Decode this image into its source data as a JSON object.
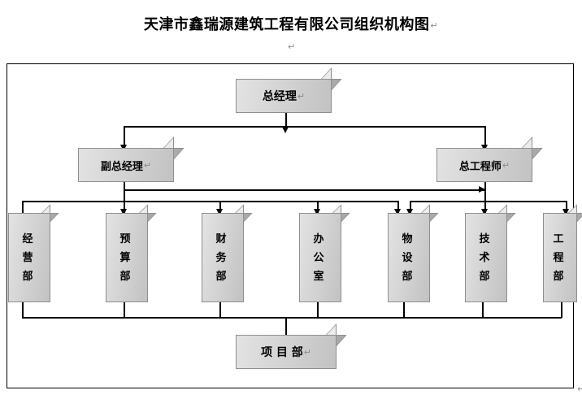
{
  "page": {
    "title": "天津市鑫瑞源建筑工程有限公司组织机构图",
    "pilcrow": "↵",
    "background_color": "#ffffff",
    "frame_border_color": "#000000"
  },
  "chart_meta": {
    "type": "org-chart",
    "box_fill_light": "#e3e3e3",
    "box_fill_dark": "#c2c2c2",
    "box_top_bevel": "#a9a9a9",
    "box_side": "#ececec",
    "box_border": "#8f8f8f",
    "connector_color": "#000000"
  },
  "nodes": {
    "level1": {
      "general_manager": {
        "label": "总经理",
        "pilcrow": "↵"
      }
    },
    "level2": {
      "deputy_general_manager": {
        "label": "副总经理",
        "pilcrow": "↵"
      },
      "chief_engineer": {
        "label": "总工程师",
        "pilcrow": "↵"
      }
    },
    "level3": [
      {
        "name": "operations-dept",
        "chars": [
          "经",
          "营",
          "部"
        ],
        "label": "经营部"
      },
      {
        "name": "budget-dept",
        "chars": [
          "预",
          "算",
          "部"
        ],
        "label": "预算部"
      },
      {
        "name": "finance-dept",
        "chars": [
          "财",
          "务",
          "部"
        ],
        "label": "财务部"
      },
      {
        "name": "office",
        "chars": [
          "办",
          "公",
          "室"
        ],
        "label": "办公室"
      },
      {
        "name": "materials-dept",
        "chars": [
          "物",
          "设",
          "部"
        ],
        "label": "物设部"
      },
      {
        "name": "technical-dept",
        "chars": [
          "技",
          "术",
          "部"
        ],
        "label": "技术部"
      },
      {
        "name": "engineering-dept",
        "chars": [
          "工",
          "程",
          "部"
        ],
        "label": "工程部"
      }
    ],
    "level4": {
      "project_dept": {
        "label": "项 目 部",
        "pilcrow": "↵"
      }
    }
  }
}
